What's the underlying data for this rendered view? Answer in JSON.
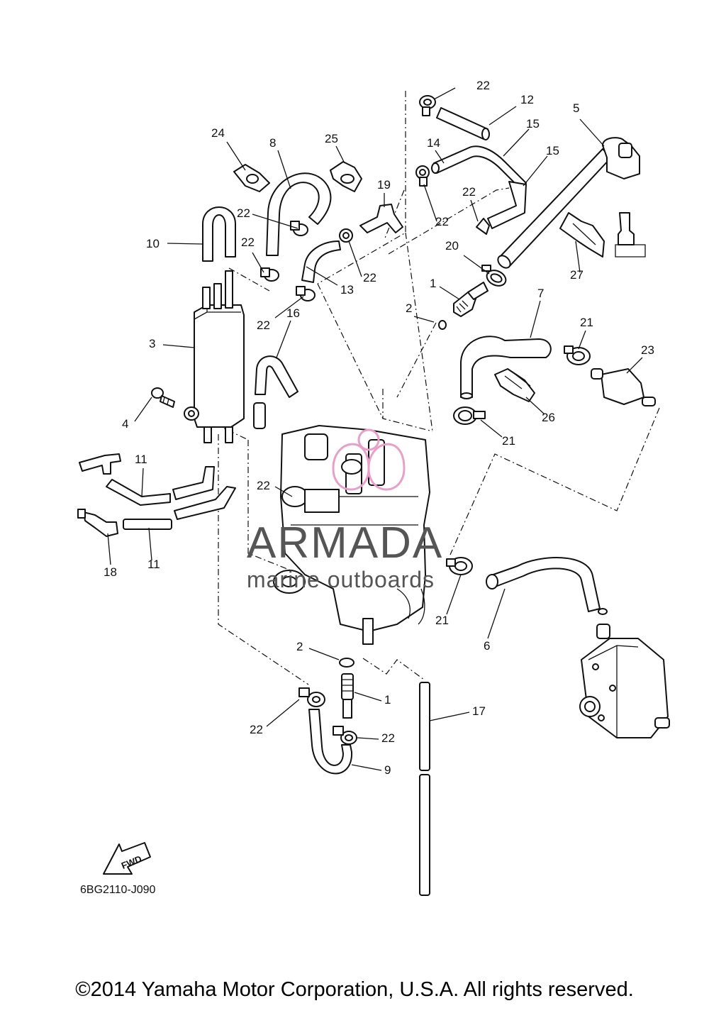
{
  "diagram": {
    "drawing_code": "6BG2110-J090",
    "fwd_label": "FWD",
    "watermark_title": "ARMADA",
    "watermark_subtitle": "marine outboards",
    "copyright": "©2014 Yamaha Motor Corporation, U.S.A. All rights reserved.",
    "colors": {
      "line": "#111111",
      "watermark_text": "#555555",
      "watermark_logo": "#e8a0c8",
      "background": "#ffffff"
    },
    "callouts": [
      "22",
      "12",
      "5",
      "15",
      "24",
      "8",
      "25",
      "14",
      "15",
      "19",
      "22",
      "22",
      "10",
      "22",
      "22",
      "22",
      "27",
      "13",
      "20",
      "1",
      "22",
      "7",
      "2",
      "21",
      "16",
      "3",
      "23",
      "4",
      "26",
      "21",
      "11",
      "22",
      "18",
      "11",
      "21",
      "6",
      "2",
      "17",
      "1",
      "22",
      "22",
      "9"
    ]
  }
}
